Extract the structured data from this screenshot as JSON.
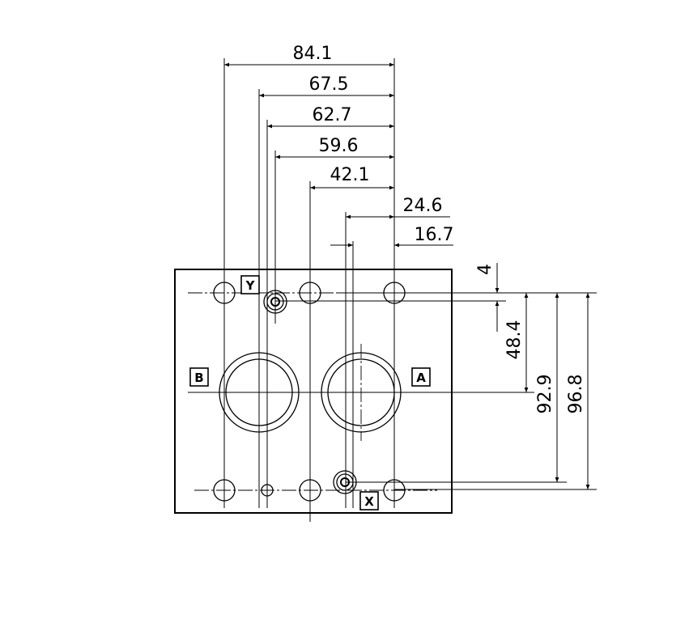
{
  "dimensions": {
    "horizontal": [
      "84.1",
      "67.5",
      "62.7",
      "59.6",
      "42.1",
      "24.6",
      "16.7"
    ],
    "vertical": [
      "4",
      "48.4",
      "92.9",
      "96.8"
    ]
  },
  "port_labels": {
    "y": "Y",
    "b": "B",
    "a": "A",
    "x": "X"
  }
}
